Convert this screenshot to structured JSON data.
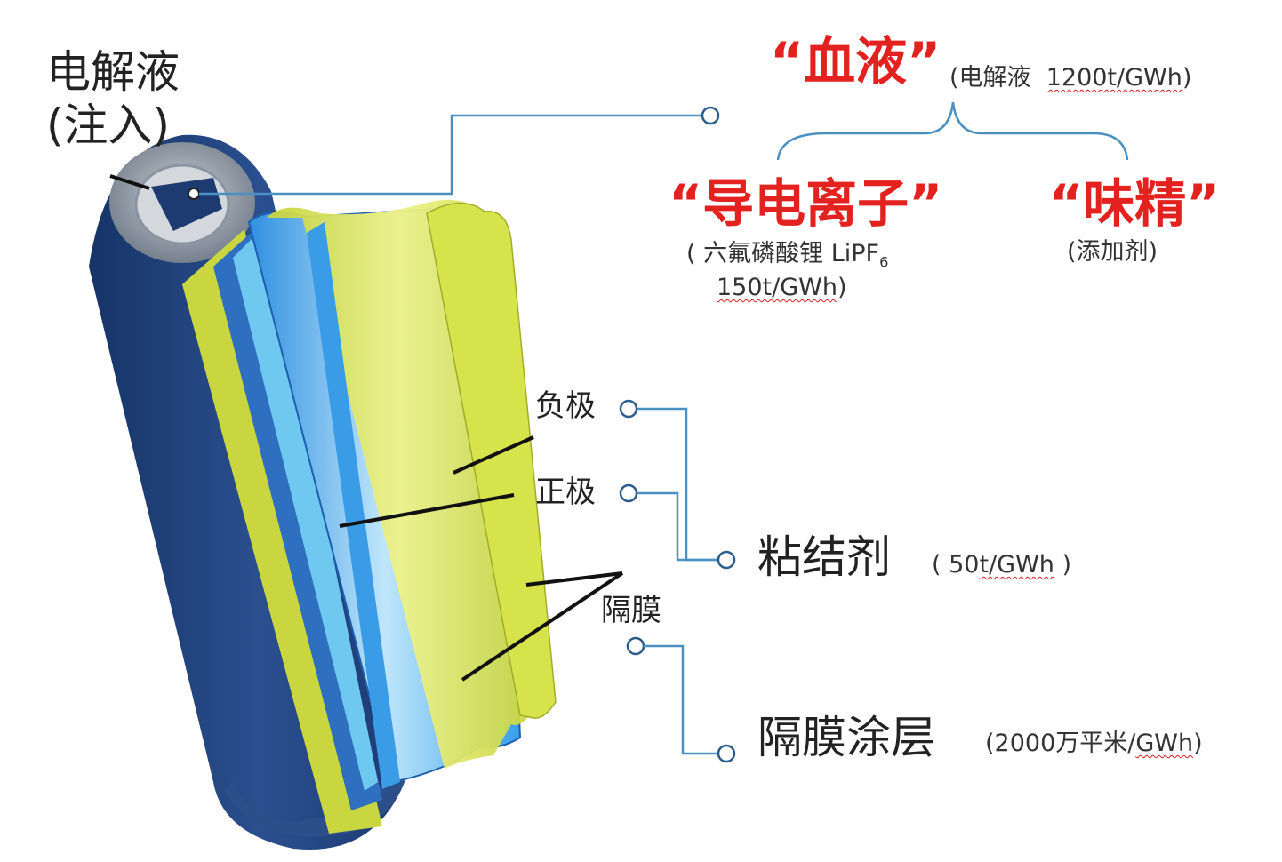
{
  "electrolyte": {
    "label": "电解液",
    "label_note": "(注入)",
    "nickname": "“血液”",
    "amount_prefix": "(电解液",
    "amount": "1200t/GWh",
    "amount_suffix": ")"
  },
  "salt": {
    "nickname": "“导电离子”",
    "formula_prefix": "( 六氟磷酸锂 LiPF",
    "formula_subscript": "6",
    "amount": "150t/GWh",
    "amount_suffix": ")"
  },
  "additive": {
    "nickname": "“味精”",
    "note": "(添加剂)"
  },
  "anode": {
    "label": "负极"
  },
  "cathode": {
    "label": "正极"
  },
  "separator": {
    "label": "隔膜"
  },
  "binder": {
    "label": "粘结剂",
    "amount_prefix": "( 50",
    "amount": "t/GWh",
    "amount_suffix": " )"
  },
  "coating": {
    "label": "隔膜涂层",
    "amount_prefix": "(2000万平米/",
    "amount": "GWh",
    "amount_suffix": ")"
  },
  "colors": {
    "nickname_red": "#e3221f",
    "connector_blue": "#4a90c2",
    "cell_navy": "#1f3f7a",
    "yellow_layer": "#d7e34a",
    "blue_layer": "#4aa8e8"
  }
}
